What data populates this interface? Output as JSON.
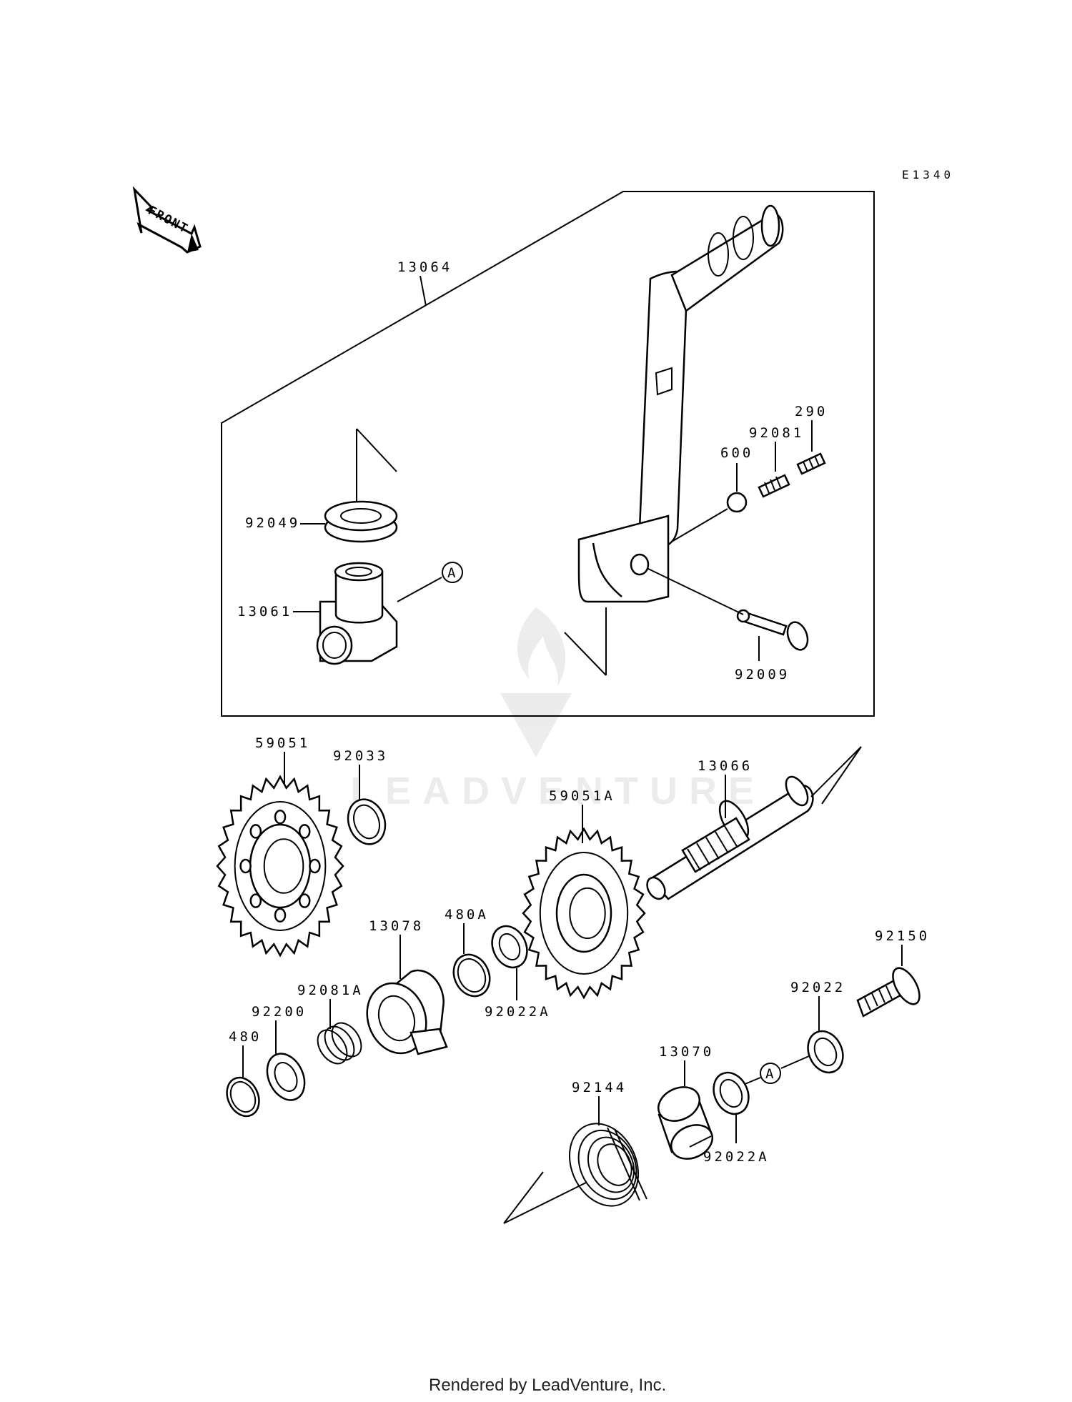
{
  "diagram_code": "E1340",
  "front_label": "FRONT",
  "footer": "Rendered by LeadVenture, Inc.",
  "watermark": "LEADVENTURE",
  "callout_marker": "A",
  "parts": {
    "p13064": "13064",
    "p290": "290",
    "p92081": "92081",
    "p600": "600",
    "p92049": "92049",
    "p13061": "13061",
    "p92009": "92009",
    "p59051": "59051",
    "p92033": "92033",
    "p13066": "13066",
    "p59051A": "59051A",
    "p480A": "480A",
    "p13078": "13078",
    "p92081A": "92081A",
    "p92022A_1": "92022A",
    "p92200": "92200",
    "p480": "480",
    "p92150": "92150",
    "p92022": "92022",
    "p13070": "13070",
    "p92144": "92144",
    "p92022A_2": "92022A"
  }
}
